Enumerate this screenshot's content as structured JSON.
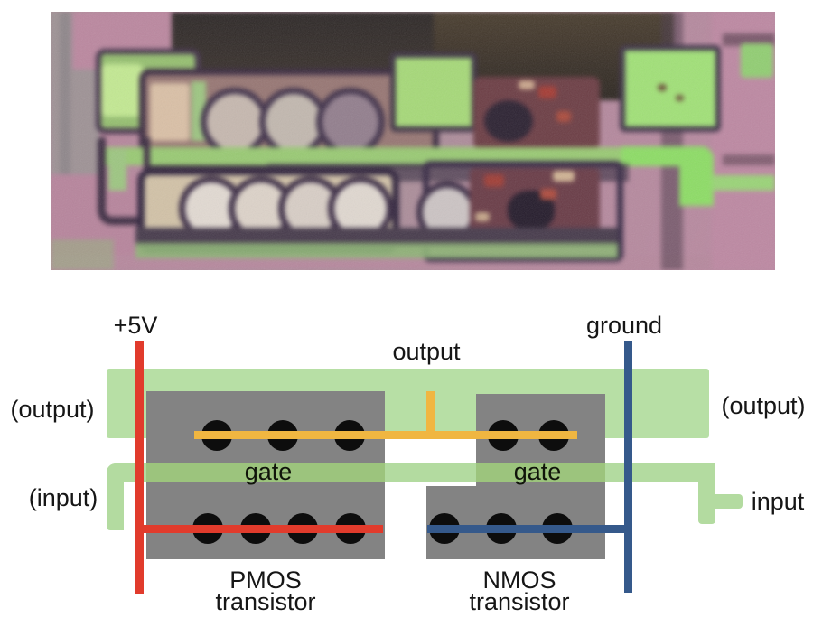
{
  "figure": {
    "photo_name": "cmos-inverter-die-micrograph",
    "diagram": {
      "labels": {
        "vdd": "+5V",
        "output_top": "output",
        "ground": "ground",
        "output_left": "(output)",
        "output_right": "(output)",
        "input_left": "(input)",
        "input_right": "input",
        "pmos_gate": "gate",
        "nmos_gate": "gate",
        "pmos_name_line1": "PMOS",
        "pmos_name_line2": "transistor",
        "nmos_name_line1": "NMOS",
        "nmos_name_line2": "transistor"
      },
      "colors": {
        "vdd_line": "#e13b2c",
        "output_line": "#f0b641",
        "ground_line": "#35598b",
        "metal_band_green": "#b7dfa5",
        "poly_trace_light": "#b3dba0",
        "poly_trace_over_gray": "#9cc47d",
        "transistor_body_gray": "#838383",
        "contact_dot_black": "#0d0d0d"
      }
    }
  }
}
